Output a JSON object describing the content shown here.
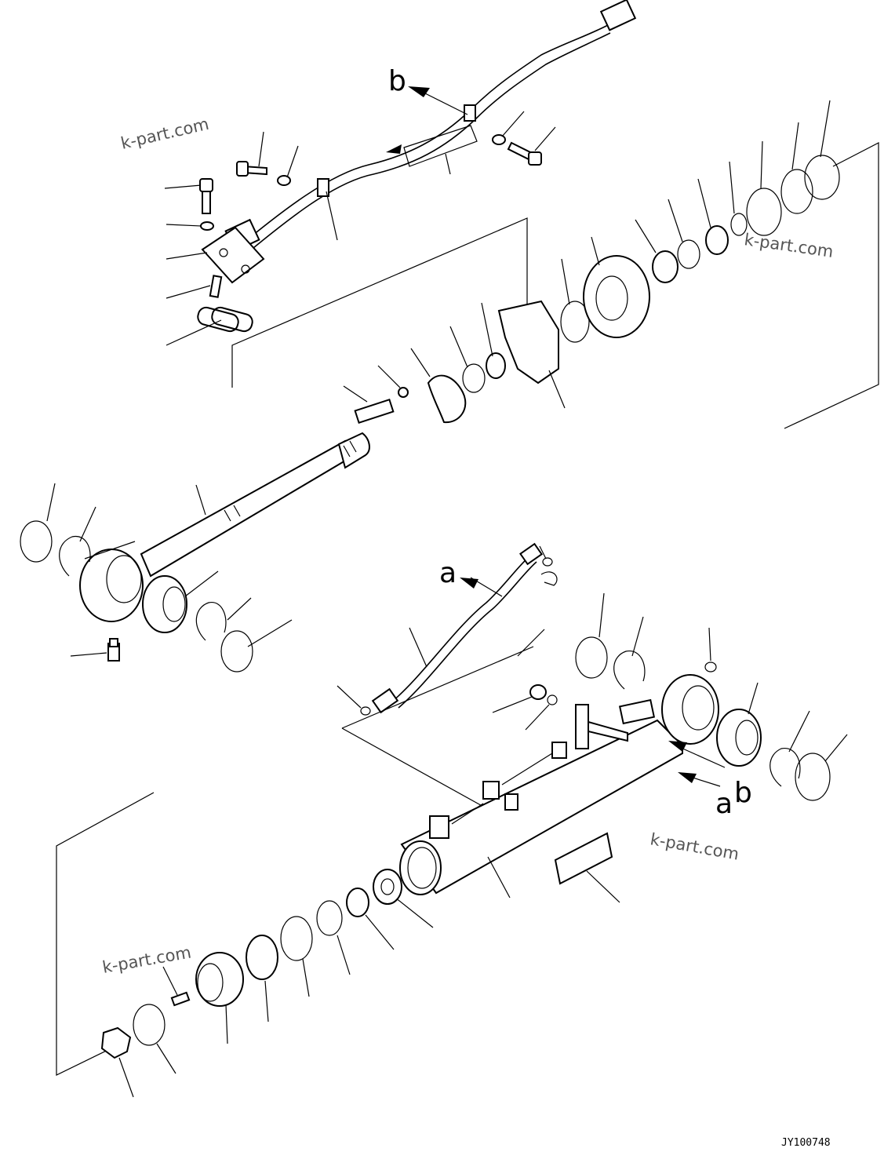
{
  "watermarks": [
    "k-part.com",
    "k-part.com",
    "k-part.com",
    "k-part.com"
  ],
  "callouts": {
    "a_top": "a",
    "b_top": "b",
    "a_lower": "a",
    "b_lower": "b"
  },
  "drawing_code": "JY100748",
  "colors": {
    "line": "#000000",
    "background": "#ffffff",
    "watermark": "#555555"
  }
}
